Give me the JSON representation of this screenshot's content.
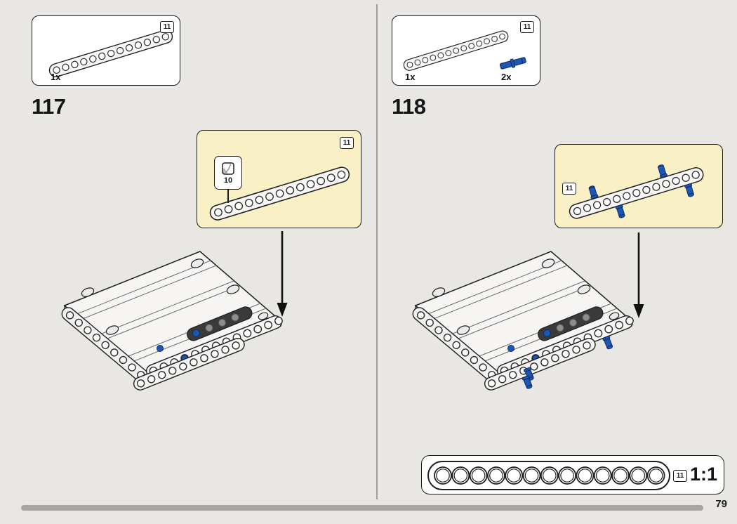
{
  "page": {
    "number": "79"
  },
  "steps": [
    {
      "number": "117",
      "parts_box": {
        "badge": "11",
        "parts": [
          {
            "count": "1x",
            "name": "technic-beam-13M-white"
          }
        ]
      },
      "callout": {
        "badge": "11",
        "subassembly_ref": "10"
      }
    },
    {
      "number": "118",
      "parts_box": {
        "badge": "11",
        "parts": [
          {
            "count": "1x",
            "name": "technic-beam-13M-white"
          },
          {
            "count": "2x",
            "name": "technic-pin-long-blue"
          }
        ]
      },
      "callout": {
        "badge": "11"
      }
    }
  ],
  "scale_reference": {
    "label": "1:1",
    "badge": "11"
  },
  "colors": {
    "pin_blue": "#1e56b4",
    "callout_bg": "#faf0c6",
    "page_bg": "#e9e7e4"
  }
}
